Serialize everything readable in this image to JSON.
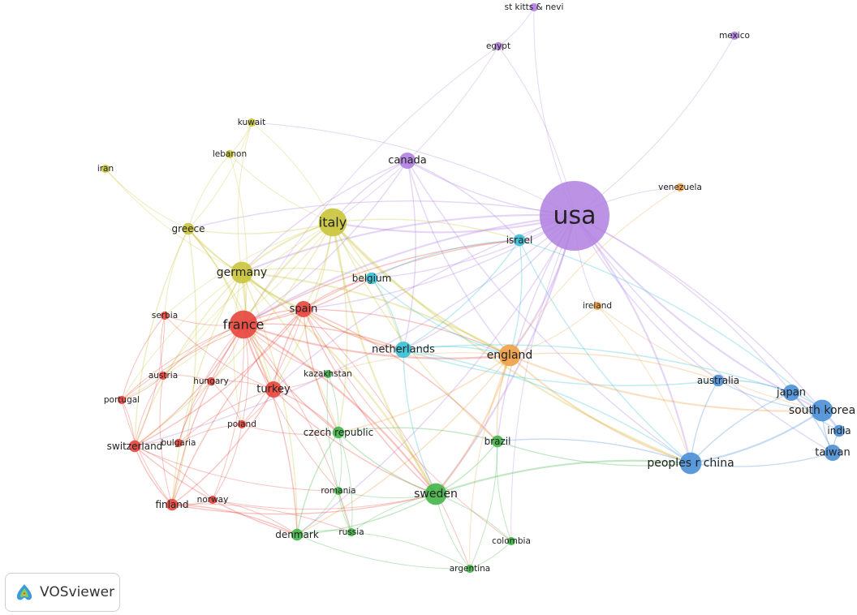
{
  "clusters": {
    "red": "#e8453c",
    "green": "#42b548",
    "blue": "#4a8fd6",
    "yellow": "#c9c43a",
    "purple": "#b07fe0",
    "cyan": "#35c0d6",
    "orange": "#f0a042"
  },
  "nodes": [
    {
      "id": "usa",
      "label": "usa",
      "cluster": "purple",
      "weight": 10
    },
    {
      "id": "canada",
      "label": "canada",
      "cluster": "purple",
      "weight": 3
    },
    {
      "id": "egypt",
      "label": "egypt",
      "cluster": "purple",
      "weight": 1
    },
    {
      "id": "stkitts",
      "label": "st kitts & nevi",
      "cluster": "purple",
      "weight": 1
    },
    {
      "id": "mexico",
      "label": "mexico",
      "cluster": "purple",
      "weight": 1
    },
    {
      "id": "italy",
      "label": "italy",
      "cluster": "yellow",
      "weight": 5
    },
    {
      "id": "greece",
      "label": "greece",
      "cluster": "yellow",
      "weight": 2
    },
    {
      "id": "kuwait",
      "label": "kuwait",
      "cluster": "yellow",
      "weight": 1
    },
    {
      "id": "lebanon",
      "label": "lebanon",
      "cluster": "yellow",
      "weight": 1
    },
    {
      "id": "iran",
      "label": "iran",
      "cluster": "yellow",
      "weight": 1
    },
    {
      "id": "germany",
      "label": "germany",
      "cluster": "yellow",
      "weight": 4
    },
    {
      "id": "france",
      "label": "france",
      "cluster": "red",
      "weight": 5
    },
    {
      "id": "spain",
      "label": "spain",
      "cluster": "red",
      "weight": 3
    },
    {
      "id": "turkey",
      "label": "turkey",
      "cluster": "red",
      "weight": 3
    },
    {
      "id": "serbia",
      "label": "serbia",
      "cluster": "red",
      "weight": 1
    },
    {
      "id": "austria",
      "label": "austria",
      "cluster": "red",
      "weight": 1
    },
    {
      "id": "hungary",
      "label": "hungary",
      "cluster": "red",
      "weight": 1
    },
    {
      "id": "portugal",
      "label": "portugal",
      "cluster": "red",
      "weight": 1
    },
    {
      "id": "switzerland",
      "label": "switzerland",
      "cluster": "red",
      "weight": 2
    },
    {
      "id": "bulgaria",
      "label": "bulgaria",
      "cluster": "red",
      "weight": 1
    },
    {
      "id": "poland",
      "label": "poland",
      "cluster": "red",
      "weight": 1
    },
    {
      "id": "finland",
      "label": "finland",
      "cluster": "red",
      "weight": 2
    },
    {
      "id": "norway",
      "label": "norway",
      "cluster": "red",
      "weight": 1
    },
    {
      "id": "israel",
      "label": "israel",
      "cluster": "cyan",
      "weight": 2
    },
    {
      "id": "belgium",
      "label": "belgium",
      "cluster": "cyan",
      "weight": 2
    },
    {
      "id": "netherlands",
      "label": "netherlands",
      "cluster": "cyan",
      "weight": 3
    },
    {
      "id": "england",
      "label": "england",
      "cluster": "orange",
      "weight": 4
    },
    {
      "id": "ireland",
      "label": "ireland",
      "cluster": "orange",
      "weight": 1
    },
    {
      "id": "venezuela",
      "label": "venezuela",
      "cluster": "orange",
      "weight": 1
    },
    {
      "id": "kazakhstan",
      "label": "kazakhstan",
      "cluster": "green",
      "weight": 1
    },
    {
      "id": "czech",
      "label": "czech republic",
      "cluster": "green",
      "weight": 2
    },
    {
      "id": "romania",
      "label": "romania",
      "cluster": "green",
      "weight": 1
    },
    {
      "id": "denmark",
      "label": "denmark",
      "cluster": "green",
      "weight": 2
    },
    {
      "id": "russia",
      "label": "russia",
      "cluster": "green",
      "weight": 1
    },
    {
      "id": "sweden",
      "label": "sweden",
      "cluster": "green",
      "weight": 4
    },
    {
      "id": "brazil",
      "label": "brazil",
      "cluster": "green",
      "weight": 2
    },
    {
      "id": "colombia",
      "label": "colombia",
      "cluster": "green",
      "weight": 1
    },
    {
      "id": "argentina",
      "label": "argentina",
      "cluster": "green",
      "weight": 1
    },
    {
      "id": "australia",
      "label": "australia",
      "cluster": "blue",
      "weight": 2
    },
    {
      "id": "japan",
      "label": "japan",
      "cluster": "blue",
      "weight": 3
    },
    {
      "id": "southkorea",
      "label": "south korea",
      "cluster": "blue",
      "weight": 4
    },
    {
      "id": "india",
      "label": "india",
      "cluster": "blue",
      "weight": 2
    },
    {
      "id": "taiwan",
      "label": "taiwan",
      "cluster": "blue",
      "weight": 3
    },
    {
      "id": "china",
      "label": "peoples r china",
      "cluster": "blue",
      "weight": 4
    }
  ],
  "links": [
    [
      "usa",
      "canada"
    ],
    [
      "usa",
      "egypt"
    ],
    [
      "usa",
      "stkitts"
    ],
    [
      "usa",
      "mexico"
    ],
    [
      "usa",
      "italy"
    ],
    [
      "usa",
      "france"
    ],
    [
      "usa",
      "spain"
    ],
    [
      "usa",
      "germany"
    ],
    [
      "usa",
      "england"
    ],
    [
      "usa",
      "israel"
    ],
    [
      "usa",
      "china"
    ],
    [
      "usa",
      "southkorea"
    ],
    [
      "usa",
      "japan"
    ],
    [
      "usa",
      "taiwan"
    ],
    [
      "usa",
      "india"
    ],
    [
      "usa",
      "australia"
    ],
    [
      "usa",
      "netherlands"
    ],
    [
      "usa",
      "brazil"
    ],
    [
      "usa",
      "sweden"
    ],
    [
      "usa",
      "turkey"
    ],
    [
      "usa",
      "belgium"
    ],
    [
      "usa",
      "greece"
    ],
    [
      "usa",
      "switzerland"
    ],
    [
      "usa",
      "ireland"
    ],
    [
      "usa",
      "denmark"
    ],
    [
      "usa",
      "colombia"
    ],
    [
      "usa",
      "venezuela"
    ],
    [
      "usa",
      "kuwait"
    ],
    [
      "egypt",
      "italy"
    ],
    [
      "egypt",
      "france"
    ],
    [
      "stkitts",
      "egypt"
    ],
    [
      "canada",
      "italy"
    ],
    [
      "canada",
      "france"
    ],
    [
      "canada",
      "germany"
    ],
    [
      "canada",
      "israel"
    ],
    [
      "canada",
      "england"
    ],
    [
      "canada",
      "netherlands"
    ],
    [
      "italy",
      "france"
    ],
    [
      "italy",
      "spain"
    ],
    [
      "italy",
      "germany"
    ],
    [
      "italy",
      "greece"
    ],
    [
      "italy",
      "kuwait"
    ],
    [
      "italy",
      "lebanon"
    ],
    [
      "italy",
      "england"
    ],
    [
      "italy",
      "netherlands"
    ],
    [
      "italy",
      "belgium"
    ],
    [
      "italy",
      "turkey"
    ],
    [
      "italy",
      "sweden"
    ],
    [
      "italy",
      "switzerland"
    ],
    [
      "italy",
      "serbia"
    ],
    [
      "italy",
      "czech"
    ],
    [
      "italy",
      "brazil"
    ],
    [
      "italy",
      "israel"
    ],
    [
      "italy",
      "austria"
    ],
    [
      "italy",
      "portugal"
    ],
    [
      "italy",
      "china"
    ],
    [
      "greece",
      "iran"
    ],
    [
      "greece",
      "kuwait"
    ],
    [
      "greece",
      "lebanon"
    ],
    [
      "greece",
      "germany"
    ],
    [
      "greece",
      "france"
    ],
    [
      "greece",
      "spain"
    ],
    [
      "greece",
      "turkey"
    ],
    [
      "greece",
      "switzerland"
    ],
    [
      "greece",
      "finland"
    ],
    [
      "greece",
      "serbia"
    ],
    [
      "kuwait",
      "lebanon"
    ],
    [
      "kuwait",
      "germany"
    ],
    [
      "lebanon",
      "france"
    ],
    [
      "iran",
      "germany"
    ],
    [
      "germany",
      "france"
    ],
    [
      "germany",
      "spain"
    ],
    [
      "germany",
      "england"
    ],
    [
      "germany",
      "netherlands"
    ],
    [
      "germany",
      "belgium"
    ],
    [
      "germany",
      "switzerland"
    ],
    [
      "germany",
      "austria"
    ],
    [
      "germany",
      "poland"
    ],
    [
      "germany",
      "sweden"
    ],
    [
      "germany",
      "finland"
    ],
    [
      "germany",
      "czech"
    ],
    [
      "germany",
      "turkey"
    ],
    [
      "germany",
      "denmark"
    ],
    [
      "germany",
      "portugal"
    ],
    [
      "france",
      "spain"
    ],
    [
      "france",
      "turkey"
    ],
    [
      "france",
      "serbia"
    ],
    [
      "france",
      "austria"
    ],
    [
      "france",
      "hungary"
    ],
    [
      "france",
      "portugal"
    ],
    [
      "france",
      "switzerland"
    ],
    [
      "france",
      "bulgaria"
    ],
    [
      "france",
      "poland"
    ],
    [
      "france",
      "finland"
    ],
    [
      "france",
      "norway"
    ],
    [
      "france",
      "england"
    ],
    [
      "france",
      "netherlands"
    ],
    [
      "france",
      "belgium"
    ],
    [
      "france",
      "sweden"
    ],
    [
      "france",
      "czech"
    ],
    [
      "france",
      "denmark"
    ],
    [
      "france",
      "romania"
    ],
    [
      "france",
      "russia"
    ],
    [
      "france",
      "kazakhstan"
    ],
    [
      "france",
      "israel"
    ],
    [
      "spain",
      "turkey"
    ],
    [
      "spain",
      "england"
    ],
    [
      "spain",
      "netherlands"
    ],
    [
      "spain",
      "belgium"
    ],
    [
      "spain",
      "portugal"
    ],
    [
      "spain",
      "switzerland"
    ],
    [
      "spain",
      "sweden"
    ],
    [
      "spain",
      "brazil"
    ],
    [
      "spain",
      "colombia"
    ],
    [
      "spain",
      "argentina"
    ],
    [
      "spain",
      "finland"
    ],
    [
      "spain",
      "poland"
    ],
    [
      "spain",
      "czech"
    ],
    [
      "spain",
      "israel"
    ],
    [
      "turkey",
      "hungary"
    ],
    [
      "turkey",
      "poland"
    ],
    [
      "turkey",
      "bulgaria"
    ],
    [
      "turkey",
      "serbia"
    ],
    [
      "turkey",
      "kazakhstan"
    ],
    [
      "turkey",
      "czech"
    ],
    [
      "turkey",
      "sweden"
    ],
    [
      "turkey",
      "finland"
    ],
    [
      "serbia",
      "austria"
    ],
    [
      "serbia",
      "switzerland"
    ],
    [
      "serbia",
      "portugal"
    ],
    [
      "austria",
      "hungary"
    ],
    [
      "austria",
      "switzerland"
    ],
    [
      "austria",
      "portugal"
    ],
    [
      "austria",
      "finland"
    ],
    [
      "hungary",
      "poland"
    ],
    [
      "hungary",
      "bulgaria"
    ],
    [
      "portugal",
      "switzerland"
    ],
    [
      "portugal",
      "finland"
    ],
    [
      "switzerland",
      "bulgaria"
    ],
    [
      "switzerland",
      "finland"
    ],
    [
      "switzerland",
      "norway"
    ],
    [
      "switzerland",
      "denmark"
    ],
    [
      "bulgaria",
      "poland"
    ],
    [
      "poland",
      "czech"
    ],
    [
      "poland",
      "norway"
    ],
    [
      "finland",
      "norway"
    ],
    [
      "finland",
      "denmark"
    ],
    [
      "finland",
      "sweden"
    ],
    [
      "norway",
      "denmark"
    ],
    [
      "norway",
      "sweden"
    ],
    [
      "israel",
      "netherlands"
    ],
    [
      "israel",
      "belgium"
    ],
    [
      "israel",
      "england"
    ],
    [
      "israel",
      "china"
    ],
    [
      "belgium",
      "netherlands"
    ],
    [
      "belgium",
      "england"
    ],
    [
      "netherlands",
      "england"
    ],
    [
      "netherlands",
      "sweden"
    ],
    [
      "netherlands",
      "china"
    ],
    [
      "netherlands",
      "australia"
    ],
    [
      "netherlands",
      "japan"
    ],
    [
      "england",
      "ireland"
    ],
    [
      "england",
      "venezuela"
    ],
    [
      "england",
      "brazil"
    ],
    [
      "england",
      "sweden"
    ],
    [
      "england",
      "china"
    ],
    [
      "england",
      "australia"
    ],
    [
      "england",
      "southkorea"
    ],
    [
      "england",
      "czech"
    ],
    [
      "england",
      "kazakhstan"
    ],
    [
      "england",
      "denmark"
    ],
    [
      "england",
      "argentina"
    ],
    [
      "kazakhstan",
      "czech"
    ],
    [
      "kazakhstan",
      "russia"
    ],
    [
      "czech",
      "romania"
    ],
    [
      "czech",
      "denmark"
    ],
    [
      "czech",
      "russia"
    ],
    [
      "czech",
      "sweden"
    ],
    [
      "czech",
      "brazil"
    ],
    [
      "romania",
      "russia"
    ],
    [
      "romania",
      "denmark"
    ],
    [
      "romania",
      "sweden"
    ],
    [
      "denmark",
      "russia"
    ],
    [
      "denmark",
      "sweden"
    ],
    [
      "russia",
      "sweden"
    ],
    [
      "sweden",
      "brazil"
    ],
    [
      "sweden",
      "colombia"
    ],
    [
      "sweden",
      "argentina"
    ],
    [
      "sweden",
      "china"
    ],
    [
      "brazil",
      "colombia"
    ],
    [
      "brazil",
      "argentina"
    ],
    [
      "brazil",
      "china"
    ],
    [
      "colombia",
      "argentina"
    ],
    [
      "denmark",
      "argentina"
    ],
    [
      "russia",
      "argentina"
    ],
    [
      "switzerland",
      "romania"
    ],
    [
      "finland",
      "russia"
    ],
    [
      "australia",
      "china"
    ],
    [
      "australia",
      "japan"
    ],
    [
      "australia",
      "southkorea"
    ],
    [
      "japan",
      "southkorea"
    ],
    [
      "japan",
      "india"
    ],
    [
      "japan",
      "taiwan"
    ],
    [
      "japan",
      "china"
    ],
    [
      "southkorea",
      "india"
    ],
    [
      "southkorea",
      "taiwan"
    ],
    [
      "southkorea",
      "china"
    ],
    [
      "india",
      "taiwan"
    ],
    [
      "taiwan",
      "china"
    ],
    [
      "china",
      "brazil"
    ],
    [
      "ireland",
      "china"
    ],
    [
      "ireland",
      "southkorea"
    ],
    [
      "israel",
      "southkorea"
    ],
    [
      "canada",
      "china"
    ]
  ],
  "brand": {
    "name": "VOSviewer"
  }
}
